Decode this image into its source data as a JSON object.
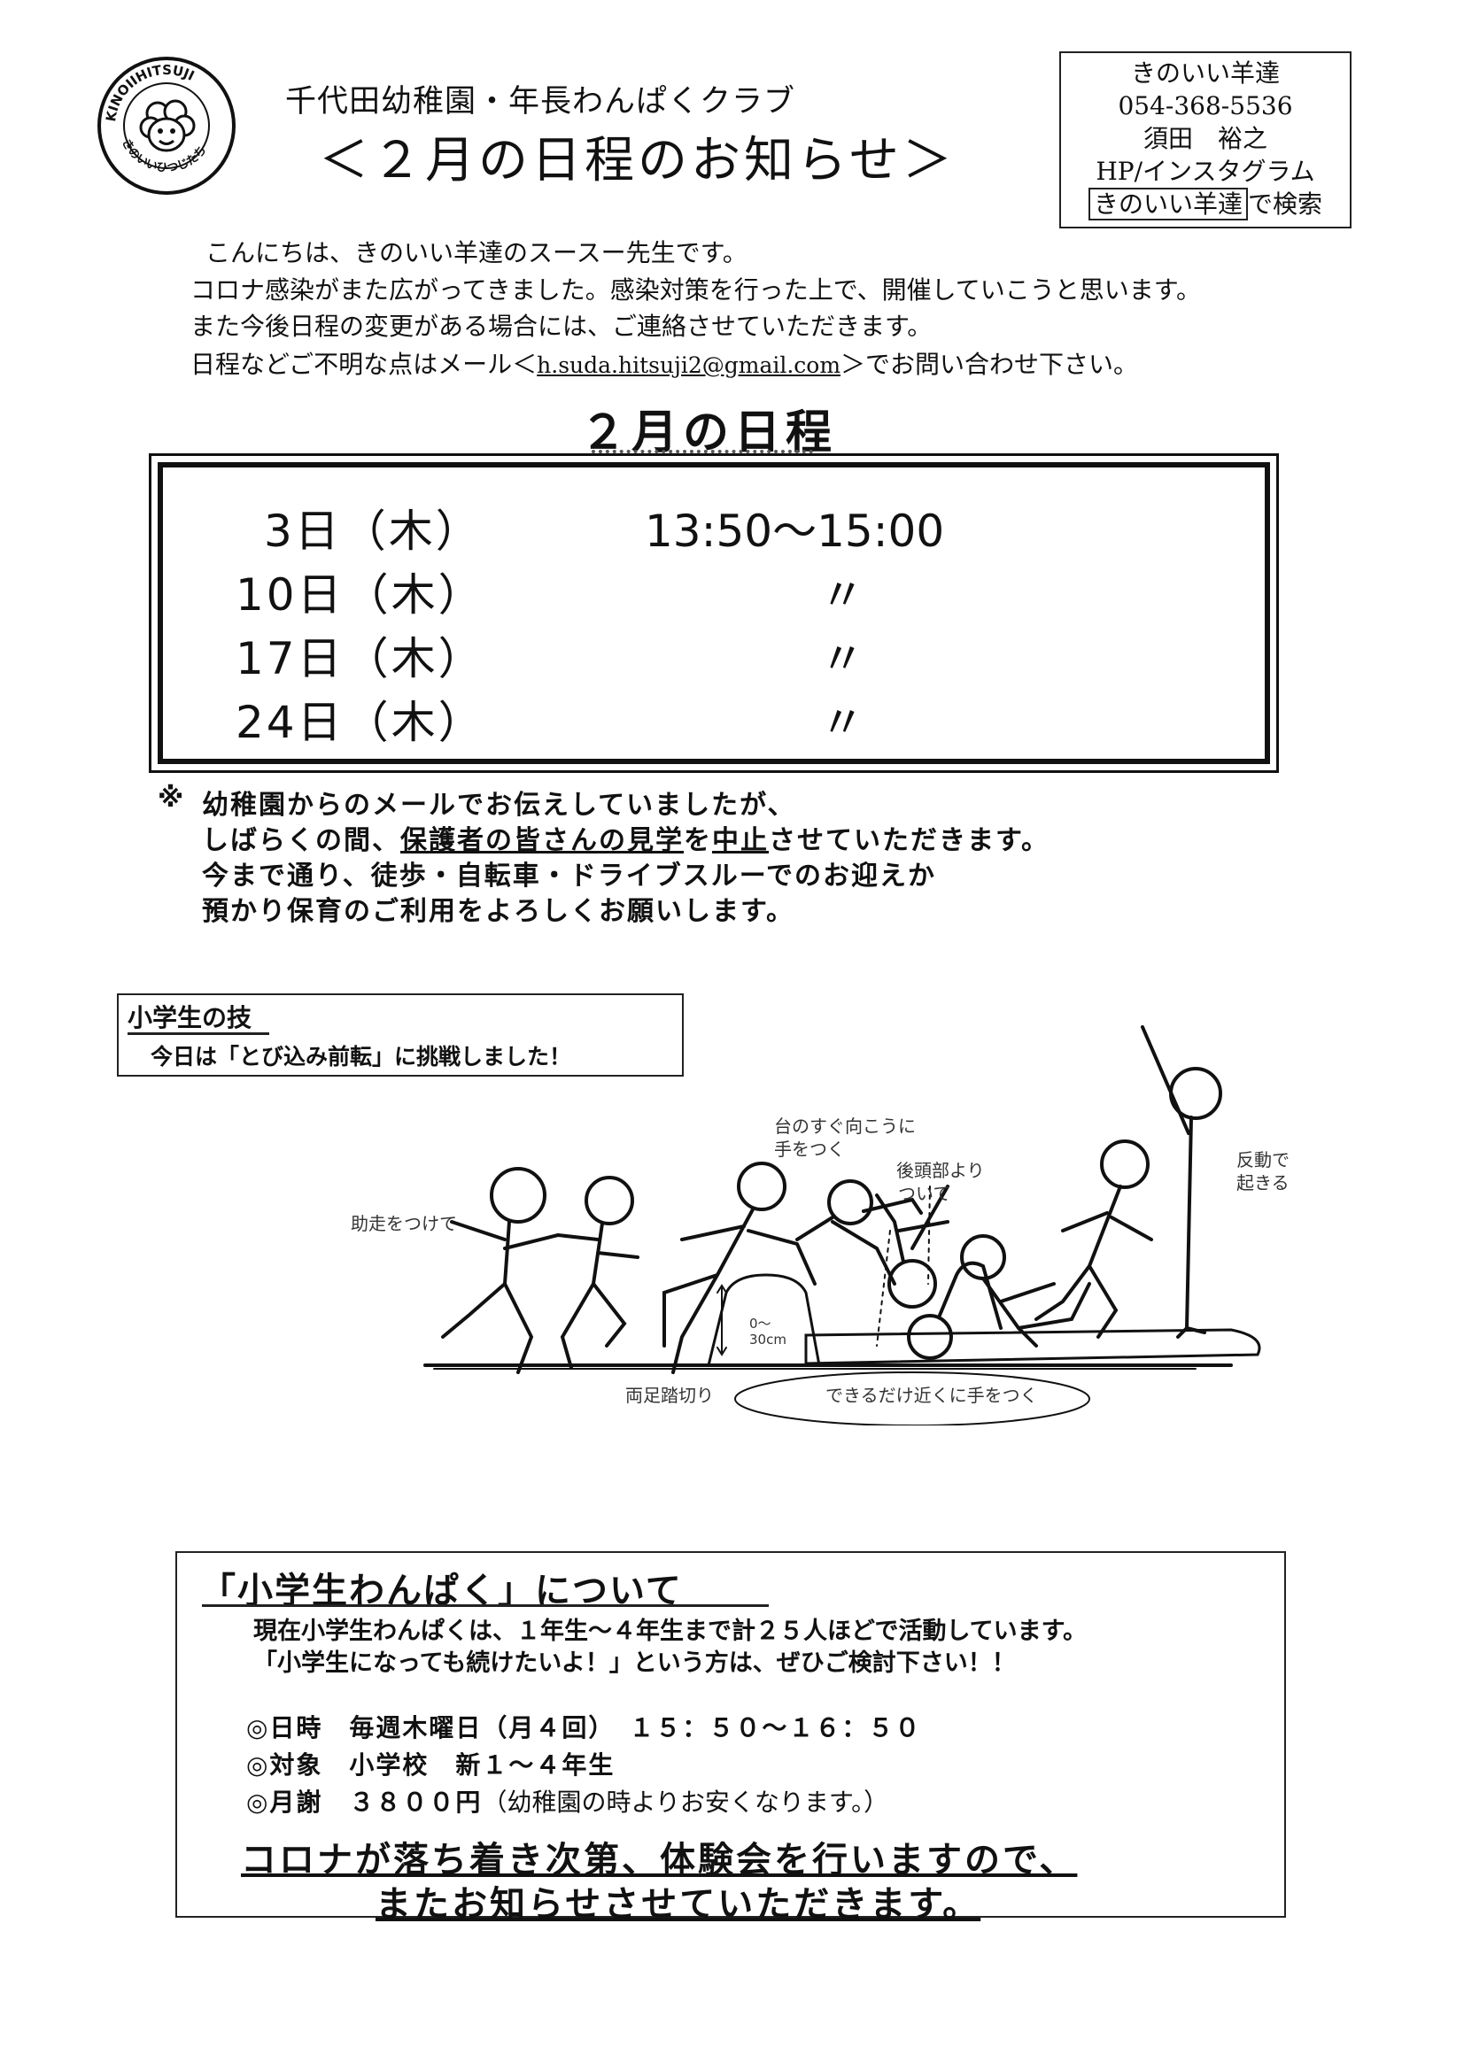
{
  "header": {
    "logo_text": "KINOIIHITSUJI",
    "logo_sub": "きのいいひつじたち",
    "organization": "千代田幼稚園・年長わんぱくクラブ",
    "title": "＜２月の日程のお知らせ＞"
  },
  "contact": {
    "name": "きのいい羊達",
    "phone": "054-368-5536",
    "person": "須田　裕之",
    "hp": "HP/インスタグラム",
    "search_term": "きのいい羊達",
    "search_suffix": "で検索"
  },
  "intro": {
    "line1": "こんにちは、きのいい羊達のスースー先生です。",
    "line2": "コロナ感染がまた広がってきました。感染対策を行った上で、開催していこうと思います。",
    "line3": "また今後日程の変更がある場合には、ご連絡させていただきます。",
    "line4_prefix": "日程などご不明な点はメール＜",
    "email": "h.suda.hitsuji2@gmail.com",
    "line4_suffix": "＞でお問い合わせ下さい。"
  },
  "schedule": {
    "heading": "２月の日程",
    "rows": [
      {
        "date": "3日（木）",
        "time": "13:50〜15:00"
      },
      {
        "date": "10日（木）",
        "time": "〃"
      },
      {
        "date": "17日（木）",
        "time": "〃"
      },
      {
        "date": "24日（木）",
        "time": "〃"
      }
    ]
  },
  "note": {
    "mark": "※",
    "line1": "幼稚園からのメールでお伝えしていましたが、",
    "line2_a": "しばらくの間、",
    "line2_b": "保護者の皆さんの見学",
    "line2_c": "を",
    "line2_d": "中止",
    "line2_e": "させていただきます。",
    "line3": "今まで通り、徒歩・自転車・ドライブスルーでのお迎えか",
    "line4": "預かり保育のご利用をよろしくお願いします。"
  },
  "skill": {
    "title": "小学生の技",
    "subtitle": "今日は「とび込み前転」に挑戦しました！",
    "captions": {
      "run_up": "助走をつけて",
      "hands1": "台のすぐ向こうに",
      "hands2": "手をつく",
      "back1": "後頭部より",
      "back2": "ついて",
      "rise1": "反動で",
      "rise2": "起きる",
      "height1": "0〜",
      "height2": "30cm",
      "takeoff": "両足踏切り",
      "close_hands": "できるだけ近くに手をつく"
    }
  },
  "elementary": {
    "title": "「小学生わんぱく」について",
    "line1": "現在小学生わんぱくは、１年生〜４年生まで計２５人ほどで活動しています。",
    "line2": "「小学生になっても続けたいよ！」という方は、ぜひご検討下さい！！",
    "datetime": "◎日時　毎週木曜日（月４回）　１５：５０〜１６：５０",
    "target": "◎対象　小学校　新１〜４年生",
    "fee_label": "◎月謝　３８００円",
    "fee_note": "（幼稚園の時よりお安くなります。）",
    "closing1": "コロナが落ち着き次第、体験会を行いますので、",
    "closing2": "またお知らせさせていただきます。"
  }
}
